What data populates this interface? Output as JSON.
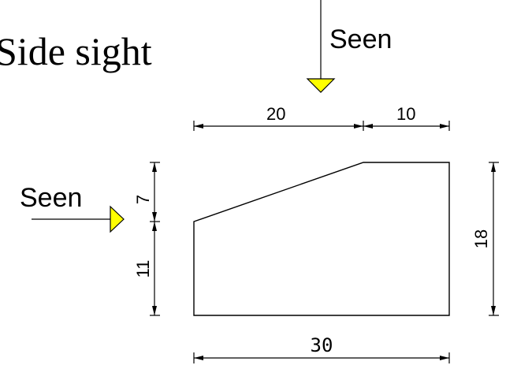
{
  "title": "Side sight",
  "view_arrow_top": {
    "label": "Seen",
    "marker_color": "#ffff00"
  },
  "view_arrow_left": {
    "label": "Seen",
    "marker_color": "#ffff00"
  },
  "dimensions": {
    "top_left": "20",
    "top_right": "10",
    "left_upper": "7",
    "left_lower": "11",
    "right_total": "18",
    "bottom_total": "30"
  }
}
